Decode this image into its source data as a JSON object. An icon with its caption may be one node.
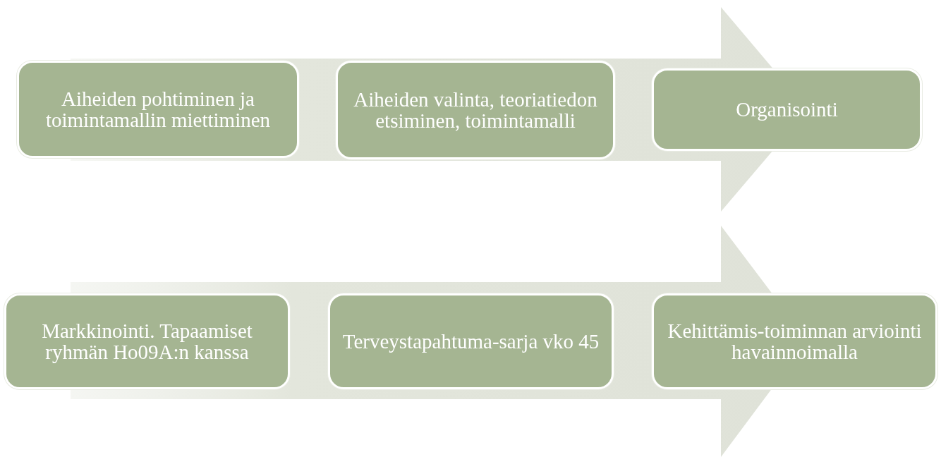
{
  "diagram": {
    "nodes": [
      {
        "text": [
          "Aiheiden pohtiminen ja toimintamallin miettiminen"
        ]
      },
      {
        "text": [
          "Aiheiden valinta, teoriatiedon etsiminen, toimintamalli"
        ]
      },
      {
        "text": [
          "Organisointi"
        ]
      },
      {
        "text": [
          "Markkinointi. Tapaamiset ryhmän Ho09A:n kanssa"
        ]
      },
      {
        "text": [
          "Terveystapahtuma-sarja vko 45"
        ]
      },
      {
        "text": [
          "Kehittämis-toiminnan arviointi havainnoimalla"
        ]
      }
    ]
  }
}
